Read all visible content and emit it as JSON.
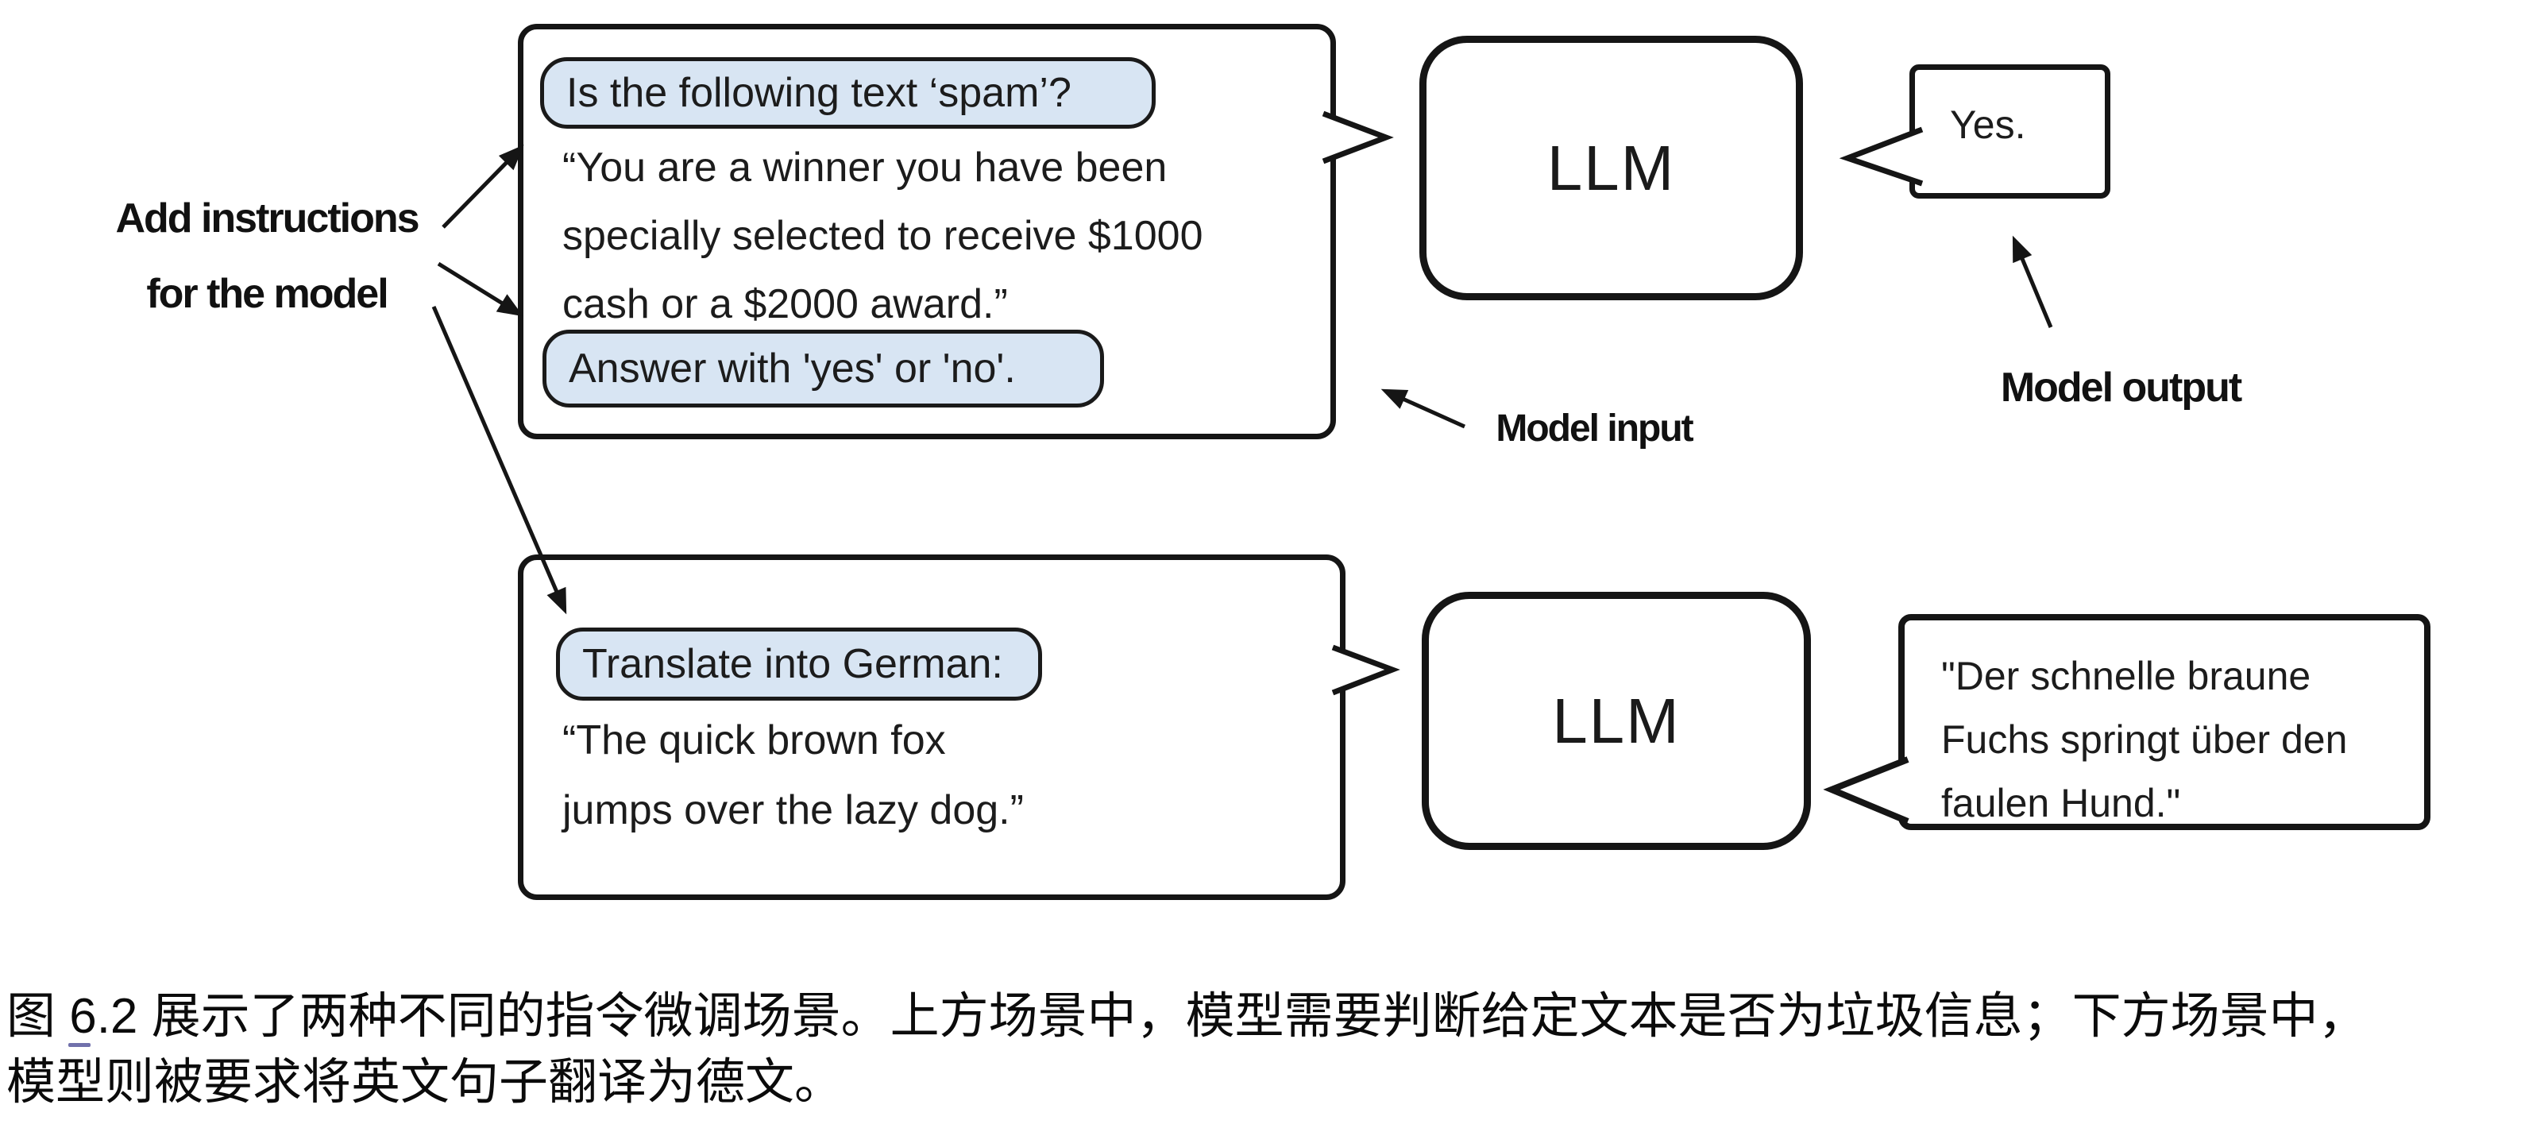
{
  "figure": {
    "annotations": {
      "add_instructions_line1": "Add instructions",
      "add_instructions_line2": "for the model",
      "model_input": "Model input",
      "model_output": "Model output"
    },
    "top": {
      "instruction_1": "Is the following text ‘spam’?",
      "body_lines": [
        "“You are a winner you have been",
        "specially selected to receive $1000",
        "cash or a $2000 award.”"
      ],
      "instruction_2": "Answer with 'yes' or 'no'.",
      "llm_label": "LLM",
      "output_text": "Yes."
    },
    "bottom": {
      "instruction": "Translate into German:",
      "body_lines": [
        "“The quick brown fox",
        "jumps over the lazy dog.”"
      ],
      "llm_label": "LLM",
      "output_lines": [
        "\"Der schnelle braune",
        "Fuchs springt über den",
        "faulen Hund.\""
      ]
    },
    "caption": {
      "line1": "图 6.2 展示了两种不同的指令微调场景。上方场景中，模型需要判断给定文本是否为垃圾信息；下方场景中，",
      "line2": "模型则被要求将英文句子翻译为德文。"
    },
    "colors": {
      "pill_fill": "#d8e5f3",
      "stroke": "#151515"
    }
  }
}
